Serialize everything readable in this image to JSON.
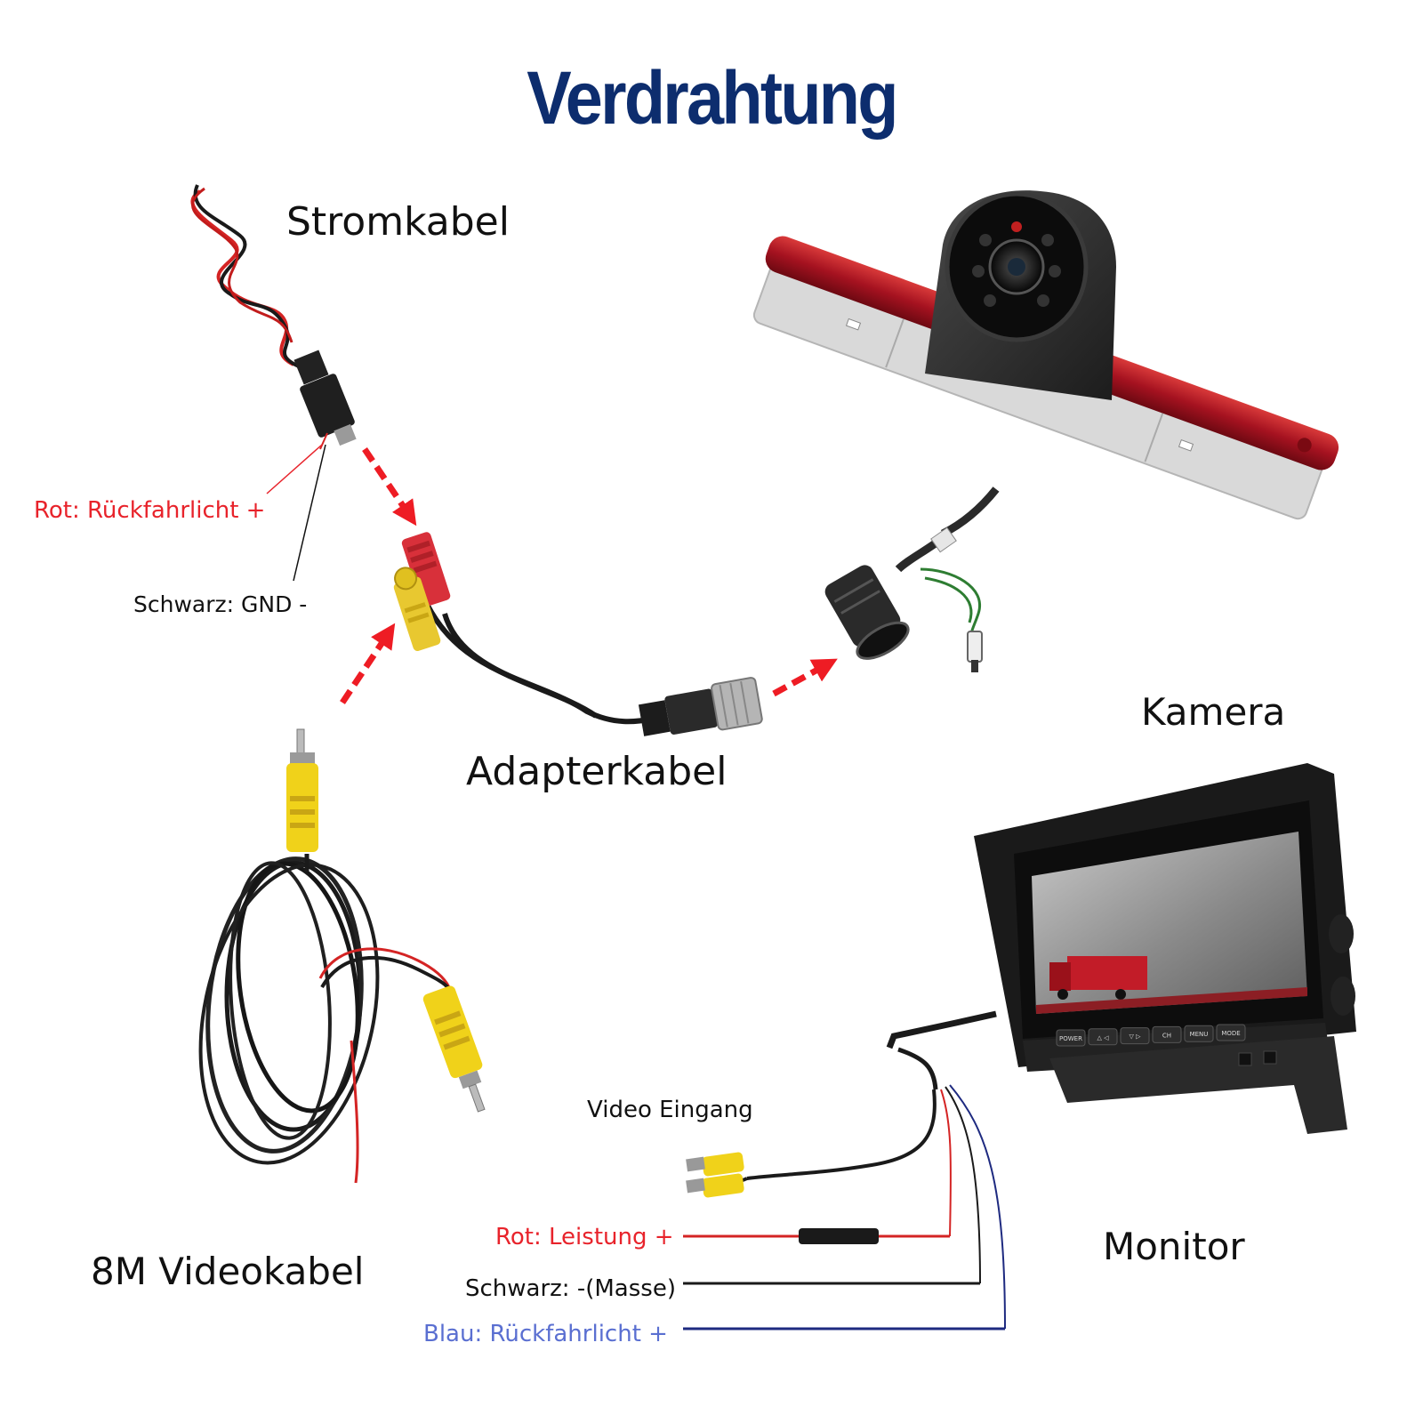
{
  "title": "Verdrahtung",
  "labels": {
    "power_cable": "Stromkabel",
    "camera": "Kamera",
    "adapter_cable": "Adapterkabel",
    "video_cable": "8M Videokabel",
    "monitor": "Monitor",
    "red_reverse_light": "Rot: Rückfahrlicht +",
    "black_gnd": "Schwarz: GND -",
    "video_input": "Video Eingang",
    "red_power": "Rot: Leistung +",
    "black_ground": "Schwarz:  -(Masse)",
    "blue_reverse_light": "Blau: Rückfahrlicht +"
  },
  "monitor_buttons": [
    "POWER",
    "△ ◁",
    "▽ ▷",
    "CH",
    "MENU",
    "MODE"
  ],
  "colors": {
    "title": "#0d2d6e",
    "red_text": "#e8232b",
    "blue_text": "#5a6fd1",
    "arrow": "#ee1c24",
    "brake_light": "#b0121e",
    "rca_yellow": "#f0d21a",
    "rca_red": "#d8303a",
    "cable_black": "#1a1a1a"
  },
  "icons": [
    "camera-icon",
    "monitor-icon",
    "rca-plug-icon",
    "dc-jack-icon",
    "aviation-connector-icon",
    "arrow-icon"
  ]
}
